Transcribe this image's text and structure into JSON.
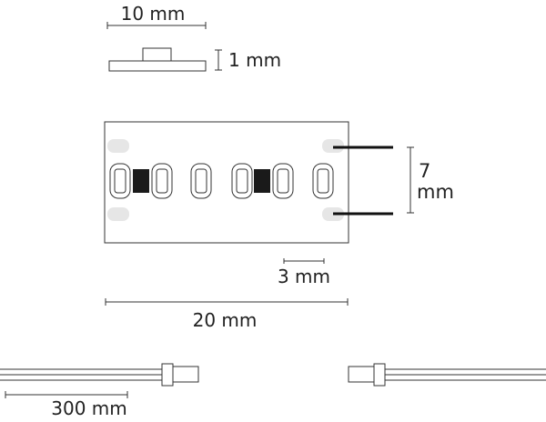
{
  "labels": {
    "width_top": "10 mm",
    "height_side": "1 mm",
    "strip_height_value": "7",
    "strip_height_unit": "mm",
    "pitch": "3 mm",
    "length": "20 mm",
    "cable_length": "300 mm"
  },
  "colors": {
    "line": "#333333",
    "led_dark": "#1a1a1a",
    "pad": "#e8e8e8"
  }
}
